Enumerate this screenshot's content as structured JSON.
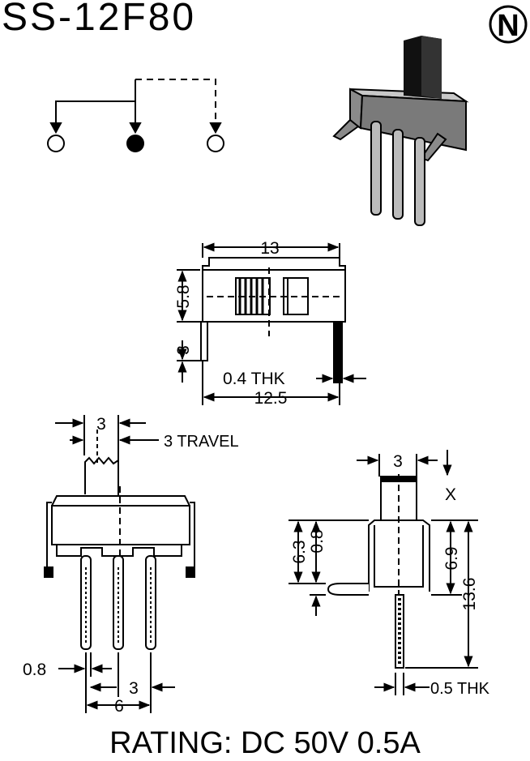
{
  "model": "SS-12F80",
  "logo_letter": "N",
  "rating": "RATING: DC 50V 0.5A",
  "top_view": {
    "width": "13",
    "height": "5.8",
    "pin_height": "3",
    "thickness": "0.4 THK",
    "pin_span": "12.5"
  },
  "front_view": {
    "actuator_width": "3",
    "travel": "3 TRAVEL",
    "pin_width": "0.8",
    "pitch": "3",
    "span": "6"
  },
  "side_view": {
    "actuator_width": "3",
    "actuator_height": "X",
    "dim_6_3": "6.3",
    "dim_0_8": "0.8",
    "dim_6_9": "6.9",
    "dim_13_6": "13.6",
    "thickness": "0.5 THK"
  }
}
